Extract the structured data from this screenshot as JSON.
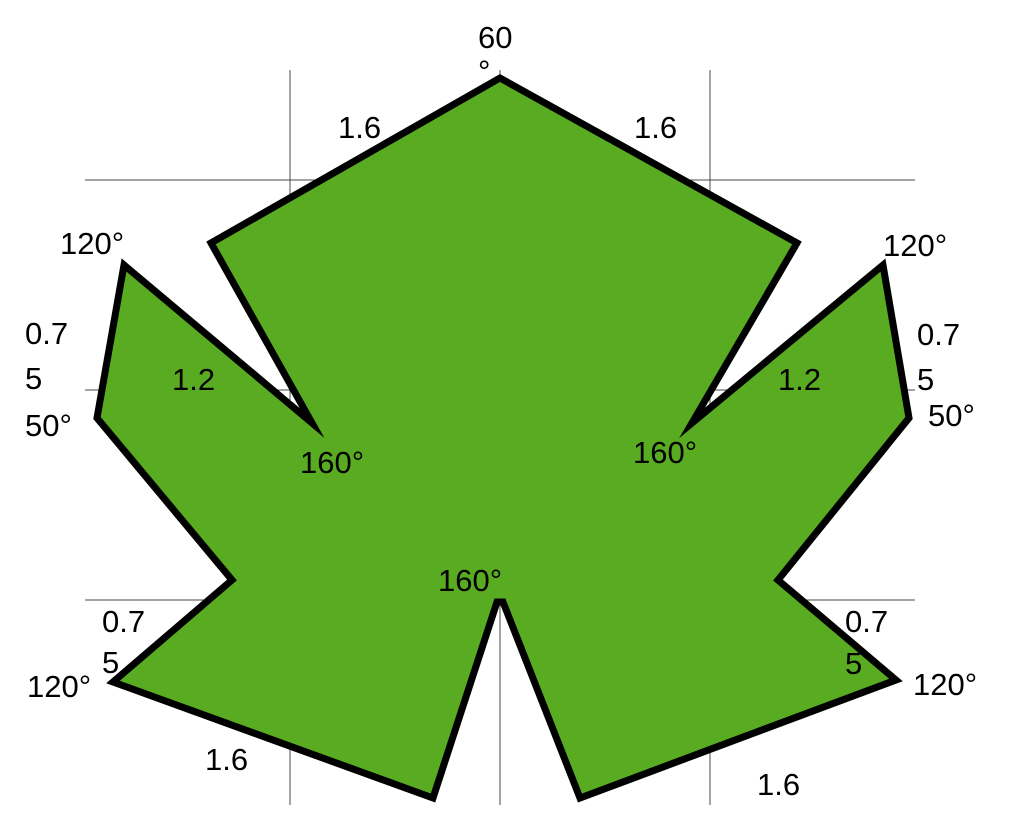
{
  "colors": {
    "shape_fill": "#59ab22",
    "shape_outline": "#000000",
    "grid": "#4a4a4a",
    "background": "#ffffff"
  },
  "labels": {
    "top_angle_line1": "60",
    "top_angle_line2": "°",
    "top_left_side": "1.6",
    "top_right_side": "1.6",
    "left_tip_angle": "120°",
    "right_tip_angle": "120°",
    "left_short_side_line1": "0.7",
    "left_short_side_line2": "5",
    "right_short_side_line1": "0.7",
    "right_short_side_line2": "5",
    "left_mid_side": "1.2",
    "right_mid_side": "1.2",
    "left_outer_angle": "50°",
    "right_outer_angle": "50°",
    "left_notch_angle": "160°",
    "right_notch_angle": "160°",
    "bottom_notch_angle": "160°",
    "lower_left_short_side_line1": "0.7",
    "lower_left_short_side_line2": "5",
    "lower_right_short_side_line1": "0.7",
    "lower_right_short_side_line2": "5",
    "lower_left_tip_angle": "120°",
    "lower_right_tip_angle": "120°",
    "bottom_left_side": "1.6",
    "bottom_right_side": "1.6"
  }
}
